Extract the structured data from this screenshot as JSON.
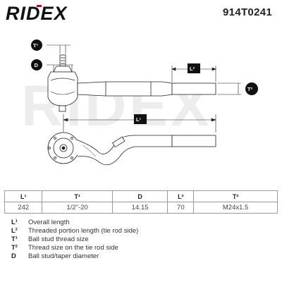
{
  "header": {
    "brand": "RIDEX",
    "part_number": "914T0241"
  },
  "drawing": {
    "watermark": "RIDEX",
    "labels": {
      "t1": "T¹",
      "d": "D",
      "l2": "L²",
      "t2": "T²",
      "l1": "L¹"
    }
  },
  "table": {
    "headers": [
      "L¹",
      "T¹",
      "D",
      "L²",
      "T²"
    ],
    "values": [
      "242",
      "1/2\"-20",
      "14.15",
      "70",
      "M24x1.5"
    ]
  },
  "legend": [
    {
      "symbol": "L¹",
      "text": "Overall length"
    },
    {
      "symbol": "L²",
      "text": "Threaded portion length (tie rod side)"
    },
    {
      "symbol": "T¹",
      "text": "Ball stud thread size"
    },
    {
      "symbol": "T²",
      "text": "Thread size on the tie rod side"
    },
    {
      "symbol": "D",
      "text": "Ball stud/taper diameter"
    }
  ],
  "colors": {
    "brand_red": "#d0021b",
    "badge_fill": "#111111",
    "line": "#222222"
  }
}
